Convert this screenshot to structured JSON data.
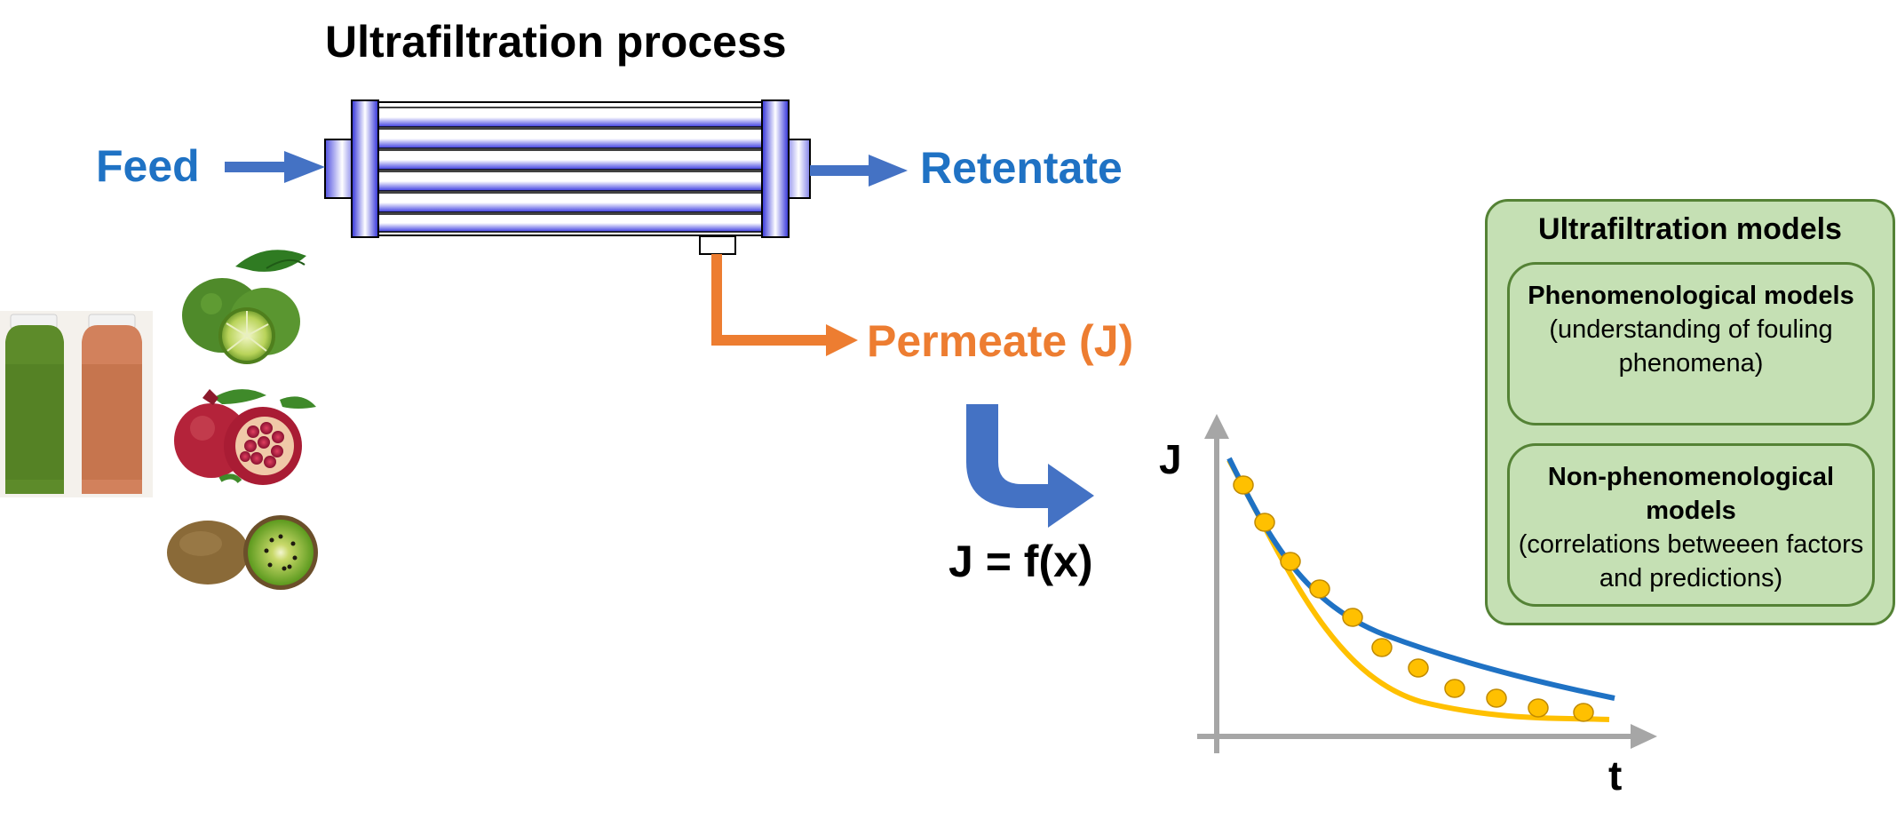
{
  "diagram": {
    "title": "Ultrafiltration process",
    "feed_label": "Feed",
    "retentate_label": "Retentate",
    "permeate_label": "Permeate (J)",
    "equation": "J = f(x)",
    "plot": {
      "y_axis_label": "J",
      "x_axis_label": "t"
    },
    "models_panel": {
      "title": "Ultrafiltration models",
      "boxes": [
        {
          "title": "Phenomenological models",
          "description": "(understanding  of fouling phenomena)"
        },
        {
          "title": "Non-phenomenological models",
          "description": "(correlations betweeen factors and predictions)"
        }
      ]
    },
    "images": [
      "juice-bottles",
      "bergamot",
      "pomegranate",
      "kiwi"
    ]
  },
  "colors": {
    "feed_blue": "#1F72C4",
    "arrow_blue": "#4472C4",
    "permeate_orange": "#ED7D31",
    "curve_blue": "#1F72C4",
    "curve_yellow": "#FFC000",
    "panel_green": "#C5E0B4",
    "panel_border": "#548235"
  }
}
